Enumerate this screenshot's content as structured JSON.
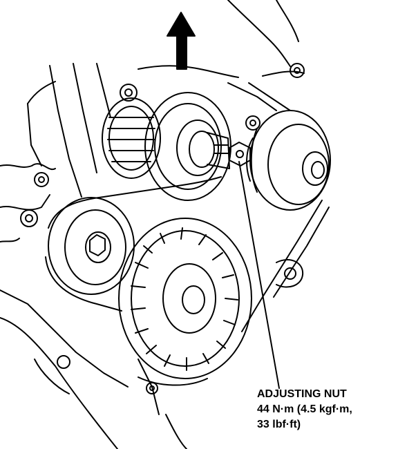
{
  "callout": {
    "part_name": "ADJUSTING NUT",
    "torque_line1": "44 N·m (4.5 kgf·m,",
    "torque_line2": "33 lbf·ft)"
  },
  "colors": {
    "ink": "#000000",
    "paper": "#ffffff"
  },
  "icons": {
    "direction_arrow": "arrow-up-icon"
  }
}
